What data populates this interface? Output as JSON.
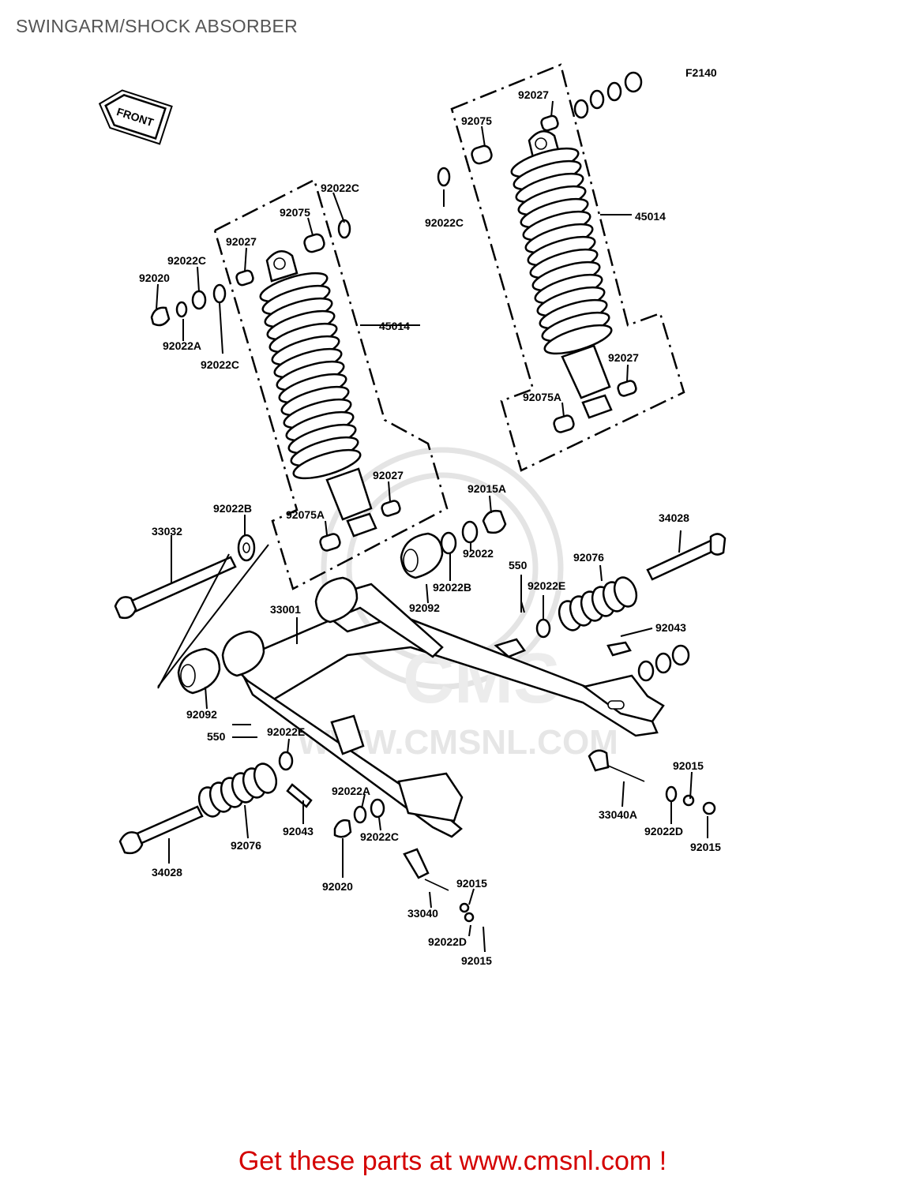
{
  "page": {
    "title": "SWINGARM/SHOCK ABSORBER",
    "footer": "Get these parts at www.cmsnl.com !",
    "figure_code": "F2140",
    "front_label": "FRONT"
  },
  "watermark": {
    "text": "WWW.CMSNL.COM",
    "logo_text": "CMS"
  },
  "colors": {
    "title": "#555555",
    "footer": "#d40000",
    "line": "#000000",
    "watermark": "#e4e4e4"
  },
  "labels": [
    {
      "id": "l1",
      "text": "92027"
    },
    {
      "id": "l2",
      "text": "92075"
    },
    {
      "id": "l3",
      "text": "92022C"
    },
    {
      "id": "l4",
      "text": "45014"
    },
    {
      "id": "l5",
      "text": "92027"
    },
    {
      "id": "l6",
      "text": "92075A"
    },
    {
      "id": "l7",
      "text": "92022C"
    },
    {
      "id": "l8",
      "text": "92075"
    },
    {
      "id": "l9",
      "text": "92027"
    },
    {
      "id": "l10",
      "text": "92022C"
    },
    {
      "id": "l11",
      "text": "92020"
    },
    {
      "id": "l12",
      "text": "92022A"
    },
    {
      "id": "l13",
      "text": "92022C"
    },
    {
      "id": "l14",
      "text": "45014"
    },
    {
      "id": "l15",
      "text": "92027"
    },
    {
      "id": "l16",
      "text": "92075A"
    },
    {
      "id": "l17",
      "text": "92022B"
    },
    {
      "id": "l18",
      "text": "33032"
    },
    {
      "id": "l19",
      "text": "92015A"
    },
    {
      "id": "l20",
      "text": "92022"
    },
    {
      "id": "l21",
      "text": "92022B"
    },
    {
      "id": "l22",
      "text": "92092"
    },
    {
      "id": "l23",
      "text": "550"
    },
    {
      "id": "l24",
      "text": "92076"
    },
    {
      "id": "l25",
      "text": "34028"
    },
    {
      "id": "l26",
      "text": "92022E"
    },
    {
      "id": "l27",
      "text": "92043"
    },
    {
      "id": "l28",
      "text": "33001"
    },
    {
      "id": "l29",
      "text": "92092"
    },
    {
      "id": "l30",
      "text": "550"
    },
    {
      "id": "l31",
      "text": "92022E"
    },
    {
      "id": "l32",
      "text": "92015"
    },
    {
      "id": "l33",
      "text": "33040A"
    },
    {
      "id": "l34",
      "text": "92022D"
    },
    {
      "id": "l35",
      "text": "92015"
    },
    {
      "id": "l36",
      "text": "92022A"
    },
    {
      "id": "l37",
      "text": "92043"
    },
    {
      "id": "l38",
      "text": "92022C"
    },
    {
      "id": "l39",
      "text": "92076"
    },
    {
      "id": "l40",
      "text": "34028"
    },
    {
      "id": "l41",
      "text": "92020"
    },
    {
      "id": "l42",
      "text": "92015"
    },
    {
      "id": "l43",
      "text": "33040"
    },
    {
      "id": "l44",
      "text": "92022D"
    },
    {
      "id": "l45",
      "text": "92015"
    }
  ]
}
